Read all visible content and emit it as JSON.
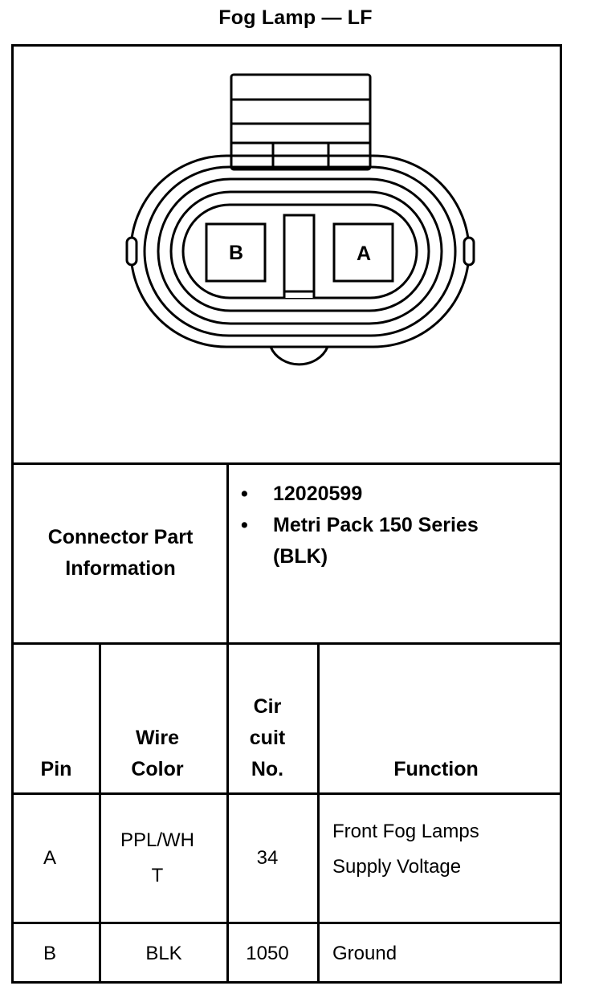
{
  "title": "Fog Lamp — LF",
  "connector": {
    "pin_labels": [
      "B",
      "A"
    ],
    "part_info_label": "Connector Part Information",
    "part_info": [
      "12020599",
      "Metri Pack 150 Series (BLK)"
    ]
  },
  "table": {
    "headers": [
      "Pin",
      "Wire Color",
      "Cir cuit No.",
      "Function"
    ],
    "rows": [
      {
        "pin": "A",
        "wire_color": "PPL/WHT",
        "circuit": "34",
        "function": "Front Fog Lamps Supply Voltage"
      },
      {
        "pin": "B",
        "wire_color": "BLK",
        "circuit": "1050",
        "function": "Ground"
      }
    ]
  }
}
